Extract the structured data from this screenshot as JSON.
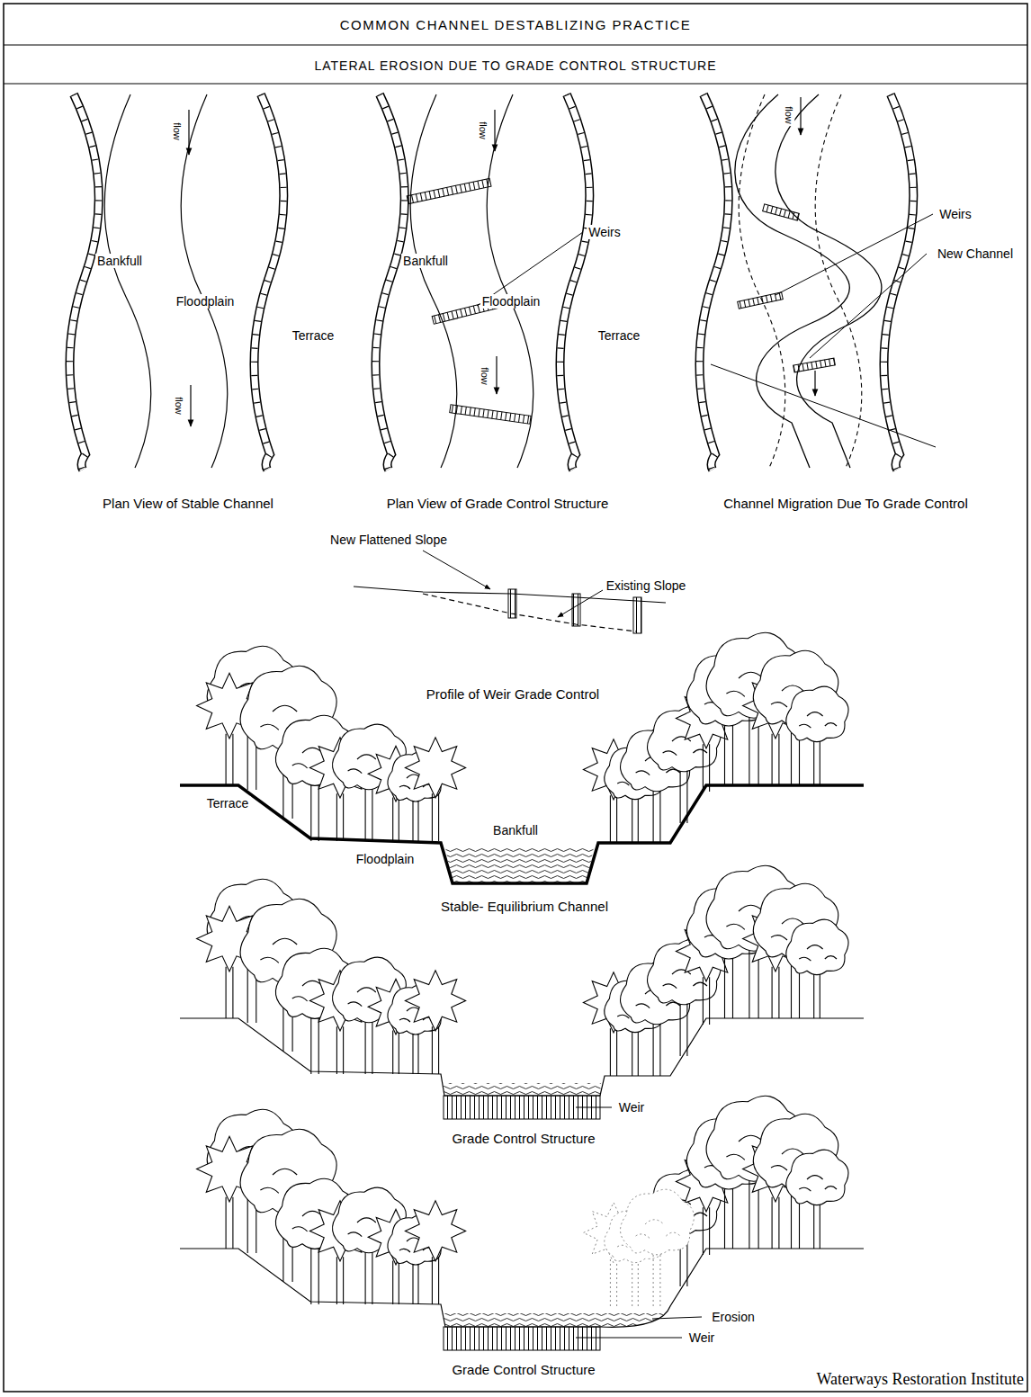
{
  "diagram": {
    "title": "COMMON CHANNEL DESTABLIZING PRACTICE",
    "labels": [
      "LATERAL EROSION DUE TO GRADE CONTROL STRUCTURE",
      "flow",
      "Bankfull",
      "Floodplain",
      "Terrace",
      "flow",
      "flow",
      "Bankfull",
      "Weirs",
      "Floodplain",
      "Terrace",
      "flow",
      "Weirs",
      "New Channel",
      "flow",
      "Plan View of Stable Channel",
      "Plan View of Grade Control Structure",
      "Channel Migration Due To Grade Control",
      "New Flattened Slope",
      "Existing Slope",
      "Profile of Weir Grade Control",
      "Terrace",
      "Bankfull",
      "Floodplain",
      "Stable- Equilibrium Channel",
      "Weir",
      "Grade Control Structure",
      "Erosion",
      "Weir",
      "Grade Control Structure",
      "Waterways Restoration Institute"
    ]
  }
}
